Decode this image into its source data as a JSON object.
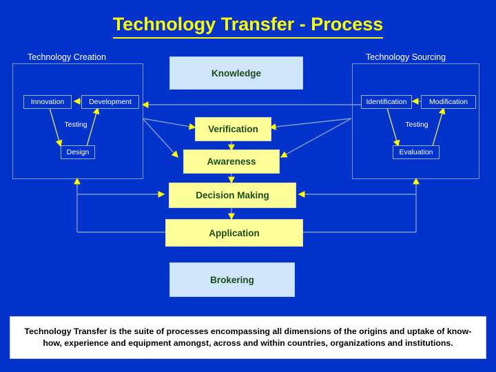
{
  "slide": {
    "title": "Technology Transfer - Process",
    "background_color": "#0433cc",
    "title_color": "#ffff00",
    "accent_box_color": "#ffff99",
    "secondary_box_color": "#cfe6fa",
    "connector_color": "#7f9bc4",
    "arrowhead_color": "#ffff00",
    "caption": "Technology Transfer is the suite of processes encompassing all dimensions of the origins and uptake of know-how, experience and equipment amongst, across and within countries, organizations and institutions."
  },
  "regions": {
    "left": {
      "label": "Technology Creation",
      "nodes": [
        {
          "label": "Innovation"
        },
        {
          "label": "Development"
        },
        {
          "label": "Design"
        }
      ],
      "annotation": "Testing"
    },
    "right": {
      "label": "Technology Sourcing",
      "nodes": [
        {
          "label": "Identification"
        },
        {
          "label": "Modification"
        },
        {
          "label": "Evaluation"
        }
      ],
      "annotation": "Testing"
    }
  },
  "center_flow": {
    "top_box": {
      "label": "Knowledge",
      "style": "light"
    },
    "steps": [
      {
        "label": "Verification",
        "style": "accent"
      },
      {
        "label": "Awareness",
        "style": "accent"
      },
      {
        "label": "Decision Making",
        "style": "accent"
      },
      {
        "label": "Application",
        "style": "accent"
      }
    ],
    "bottom_box": {
      "label": "Brokering",
      "style": "light"
    }
  }
}
